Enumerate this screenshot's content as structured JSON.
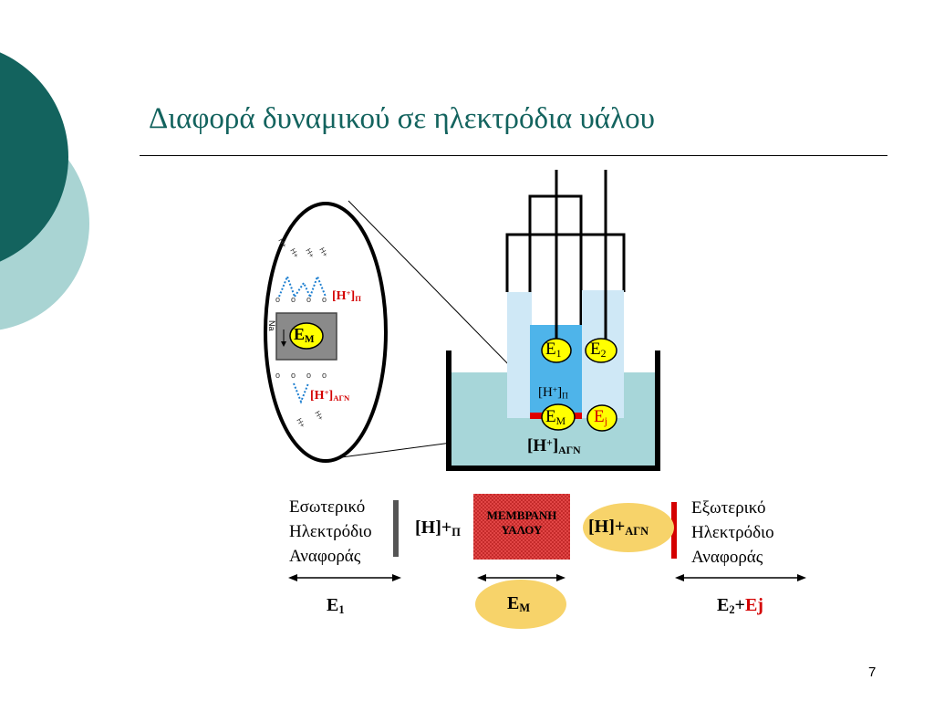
{
  "slide": {
    "title": "Διαφορά δυναμικού σε ηλεκτρόδια υάλου",
    "page_number": "7"
  },
  "cell": {
    "e1": "E",
    "e1_sub": "1",
    "e2": "E",
    "e2_sub": "2",
    "em": "E",
    "em_sub": "M",
    "ej": "E",
    "ej_sub": "j",
    "h_inner": "[H",
    "h_inner_sup": "+",
    "h_inner_close": "]",
    "h_inner_sub": "Π",
    "h_outer": "[H",
    "h_outer_sup": "+",
    "h_outer_close": "]",
    "h_outer_sub": "ΑΓΝ"
  },
  "zoom": {
    "h_top": "[H",
    "h_top_sup": "+",
    "h_top_close": "]",
    "h_top_sub": "Π",
    "em": "E",
    "em_sub": "M",
    "h_bottom": "[H",
    "h_bottom_sup": "+",
    "h_bottom_close": "]",
    "h_bottom_sub": "ΑΓΝ",
    "membrane_side_label": "Na"
  },
  "scheme": {
    "inner_ref_lines": [
      "Εσωτερικό",
      "Ηλεκτρόδιο",
      "Αναφοράς"
    ],
    "outer_ref_lines": [
      "Εξωτερικό",
      "Ηλεκτρόδιο",
      "Αναφοράς"
    ],
    "h_inner": "[H]+",
    "h_inner_sub": "Π",
    "membrane_lines": [
      "ΜΕΜΒΡΑΝΗ",
      "ΥΑΛΟΥ"
    ],
    "h_outer": "[H]+",
    "h_outer_sub": "ΑΓΝ",
    "e1": "E",
    "e1_sub": "1",
    "em": "E",
    "em_sub": "M",
    "e2": "E",
    "e2_sub": "2",
    "plus": "+",
    "ej": "Ej"
  },
  "colors": {
    "teal_dark": "#13635e",
    "teal_light": "#a9d4d3",
    "bath": "#a7d6d9",
    "inner_solution": "#4eb4ea",
    "yellow_circle": "#ffff00",
    "orange_ellipse": "#f7d36a",
    "membrane": "#e84b4b",
    "red": "#d40000"
  }
}
